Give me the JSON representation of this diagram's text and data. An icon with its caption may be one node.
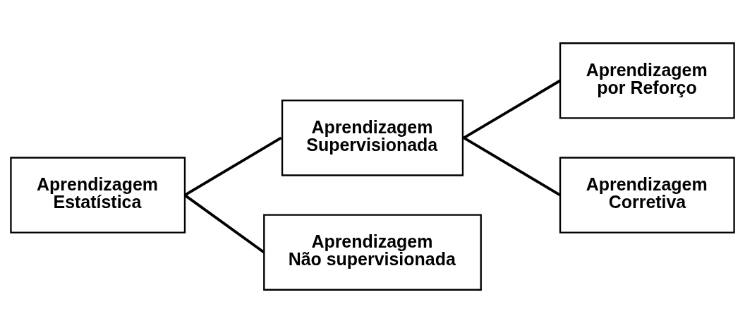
{
  "diagram": {
    "nodes": [
      {
        "text": [
          "Aprendizagem Estatística"
        ]
      },
      {
        "text": [
          "Aprendizagem Supervisionada"
        ]
      },
      {
        "text": [
          "Aprendizagem Não supervisionada"
        ]
      },
      {
        "text": [
          "Aprendizagem por Reforço"
        ]
      },
      {
        "text": [
          "Aprendizagem Corretiva"
        ]
      }
    ],
    "edges": [
      {
        "from": 0,
        "to": 1,
        "arrow": "none"
      },
      {
        "from": 0,
        "to": 2,
        "arrow": "none"
      },
      {
        "from": 1,
        "to": 3,
        "arrow": "none"
      },
      {
        "from": 1,
        "to": 4,
        "arrow": "none"
      }
    ]
  }
}
